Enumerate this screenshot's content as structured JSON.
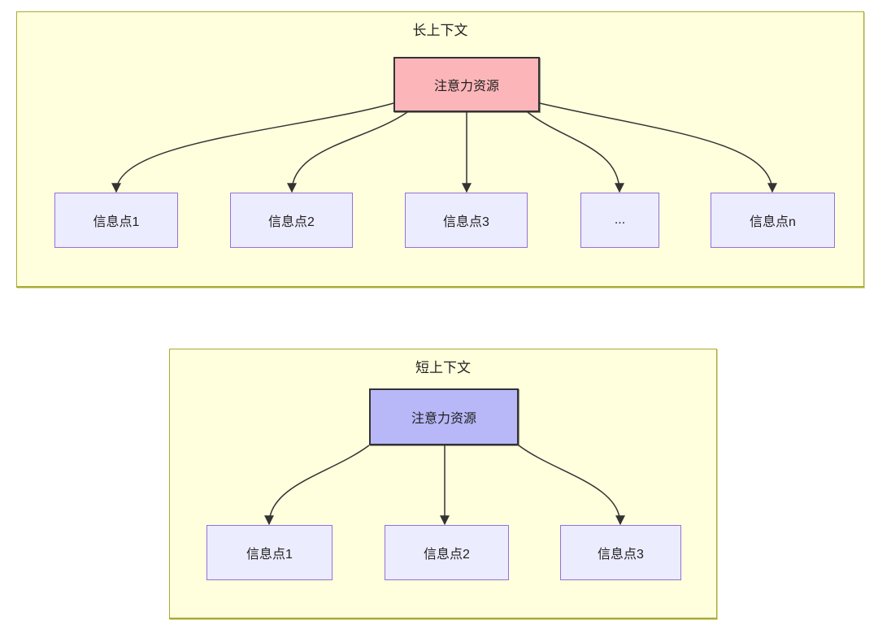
{
  "colors": {
    "cluster-fill": "#ffffde",
    "cluster-border": "#aaaa33",
    "node-fill": "#ececff",
    "node-border": "#9370db",
    "root-long-fill": "#fcb6ba",
    "root-short-fill": "#b8b8f8",
    "root-border": "#333333",
    "edge": "#333333",
    "text": "#1f1f1f",
    "page-bg": "#ffffff"
  },
  "long": {
    "title": "长上下文",
    "root": {
      "label": "注意力资源"
    },
    "children": [
      {
        "label": "信息点1"
      },
      {
        "label": "信息点2"
      },
      {
        "label": "信息点3"
      },
      {
        "label": "..."
      },
      {
        "label": "信息点n"
      }
    ]
  },
  "short": {
    "title": "短上下文",
    "root": {
      "label": "注意力资源"
    },
    "children": [
      {
        "label": "信息点1"
      },
      {
        "label": "信息点2"
      },
      {
        "label": "信息点3"
      }
    ]
  }
}
